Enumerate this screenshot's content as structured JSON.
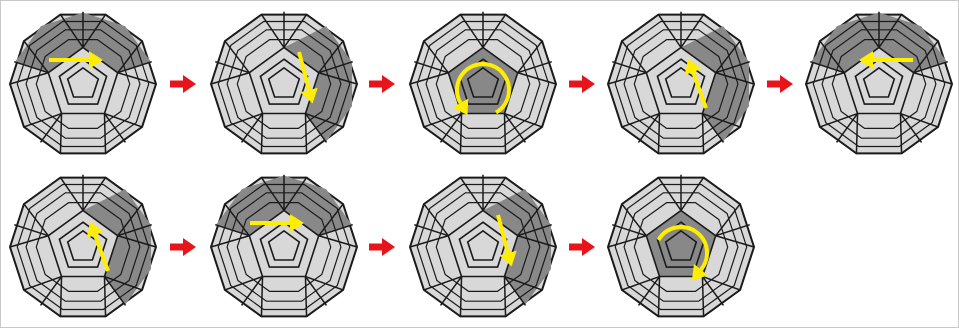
{
  "colors": {
    "background": "#ffffff",
    "frame": "#c8c8c8",
    "sticker_light": "#d8d8d8",
    "sticker_highlight": "#888888",
    "outline": "#1a1a1a",
    "move_arrow": "#ffee00",
    "sequence_arrow": "#e8141c"
  },
  "steps": [
    {
      "name": "step-1",
      "highlight": "upper-band",
      "move": "arrow-right"
    },
    {
      "name": "step-2",
      "highlight": "right-band",
      "move": "arrow-down"
    },
    {
      "name": "step-3",
      "highlight": "center-and-lower",
      "move": "rotate-counterclockwise"
    },
    {
      "name": "step-4",
      "highlight": "right-band",
      "move": "arrow-up"
    },
    {
      "name": "step-5",
      "highlight": "upper-band",
      "move": "arrow-left"
    },
    {
      "name": "step-6",
      "highlight": "right-band",
      "move": "arrow-up"
    },
    {
      "name": "step-7",
      "highlight": "upper-band",
      "move": "arrow-right"
    },
    {
      "name": "step-8",
      "highlight": "right-band",
      "move": "arrow-down"
    },
    {
      "name": "step-9",
      "highlight": "center-and-lower",
      "move": "rotate-clockwise"
    }
  ]
}
